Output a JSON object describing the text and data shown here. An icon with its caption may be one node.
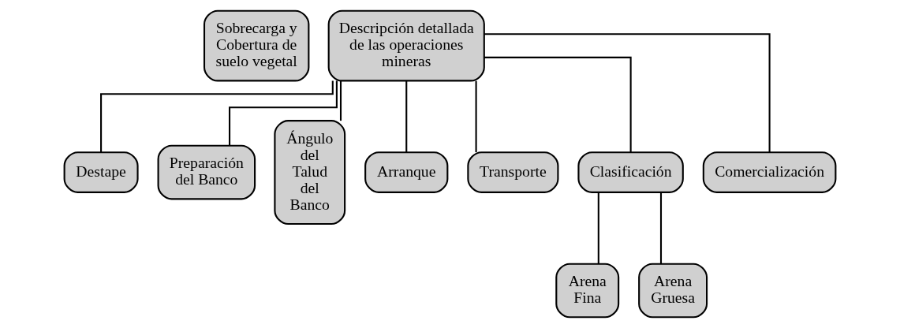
{
  "diagram": {
    "nodes": [
      {
        "text": [
          "Sobrecarga y Cobertura de suelo vegetal"
        ]
      },
      {
        "text": [
          "Descripción detallada de las operaciones mineras"
        ]
      },
      {
        "text": [
          "Destape"
        ]
      },
      {
        "text": [
          "Preparación del Banco"
        ]
      },
      {
        "text": [
          "Ángulo del Talud del Banco"
        ]
      },
      {
        "text": [
          "Arranque"
        ]
      },
      {
        "text": [
          "Transporte"
        ]
      },
      {
        "text": [
          "Clasificación"
        ]
      },
      {
        "text": [
          "Comercialización"
        ]
      },
      {
        "text": [
          "Arena Fina"
        ]
      },
      {
        "text": [
          "Arena Gruesa"
        ]
      }
    ],
    "edges": [
      {
        "from": 1,
        "to": 2,
        "arrow": "none"
      },
      {
        "from": 1,
        "to": 3,
        "arrow": "none"
      },
      {
        "from": 1,
        "to": 4,
        "arrow": "none"
      },
      {
        "from": 1,
        "to": 5,
        "arrow": "none"
      },
      {
        "from": 1,
        "to": 6,
        "arrow": "none"
      },
      {
        "from": 1,
        "to": 7,
        "arrow": "none"
      },
      {
        "from": 1,
        "to": 8,
        "arrow": "none"
      },
      {
        "from": 7,
        "to": 9,
        "arrow": "none"
      },
      {
        "from": 7,
        "to": 10,
        "arrow": "none"
      }
    ]
  }
}
